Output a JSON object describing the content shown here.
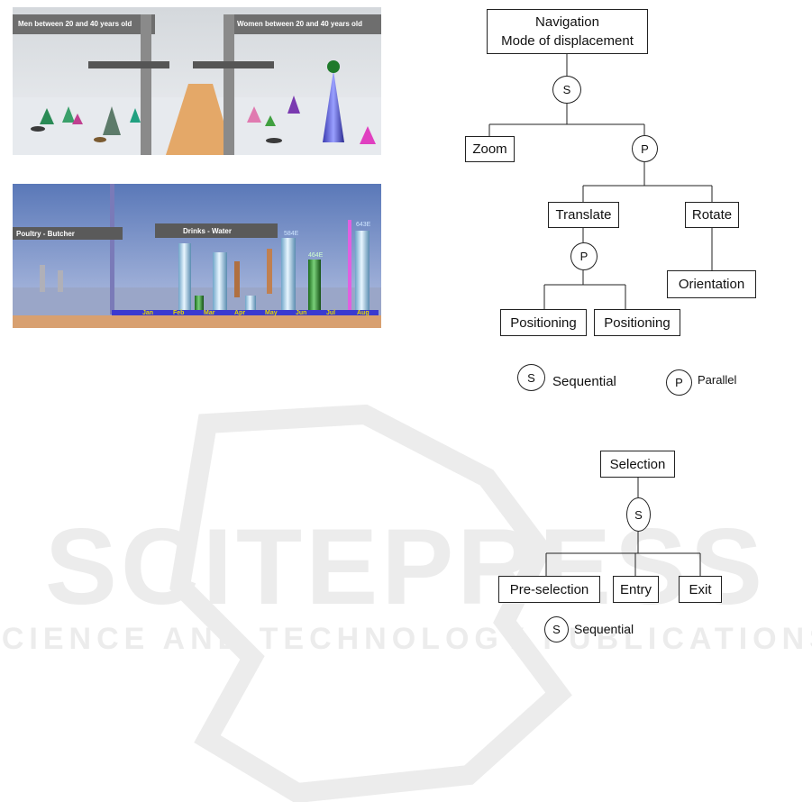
{
  "watermark": {
    "brand": "SCITEPRESS",
    "tagline": "SCIENCE AND TECHNOLOGY PUBLICATIONS"
  },
  "screenshot_top": {
    "left_banner": "Men between 20 and 40 years old",
    "right_banner": "Women between 20 and 40 years old"
  },
  "screenshot_bottom": {
    "left_banner": "Poultry - Butcher",
    "center_banner": "Drinks - Water",
    "months": [
      "Jan",
      "Feb",
      "Mar",
      "Apr",
      "May",
      "Jun",
      "Jul",
      "Aug"
    ],
    "value_labels": [
      "584E",
      "464E",
      "643E"
    ]
  },
  "navigation_tree": {
    "root_line1": "Navigation",
    "root_line2": "Mode of displacement",
    "op_root": "S",
    "zoom": "Zoom",
    "op_p1": "P",
    "translate": "Translate",
    "rotate": "Rotate",
    "op_p2": "P",
    "orientation": "Orientation",
    "positioning_1": "Positioning",
    "positioning_2": "Positioning"
  },
  "legend_nav": {
    "s_symbol": "S",
    "s_label": "Sequential",
    "p_symbol": "P",
    "p_label": "Parallel"
  },
  "selection_tree": {
    "root": "Selection",
    "op": "S",
    "pre_selection": "Pre-selection",
    "entry": "Entry",
    "exit": "Exit"
  },
  "legend_sel": {
    "s_symbol": "S",
    "s_label": "Sequential"
  }
}
